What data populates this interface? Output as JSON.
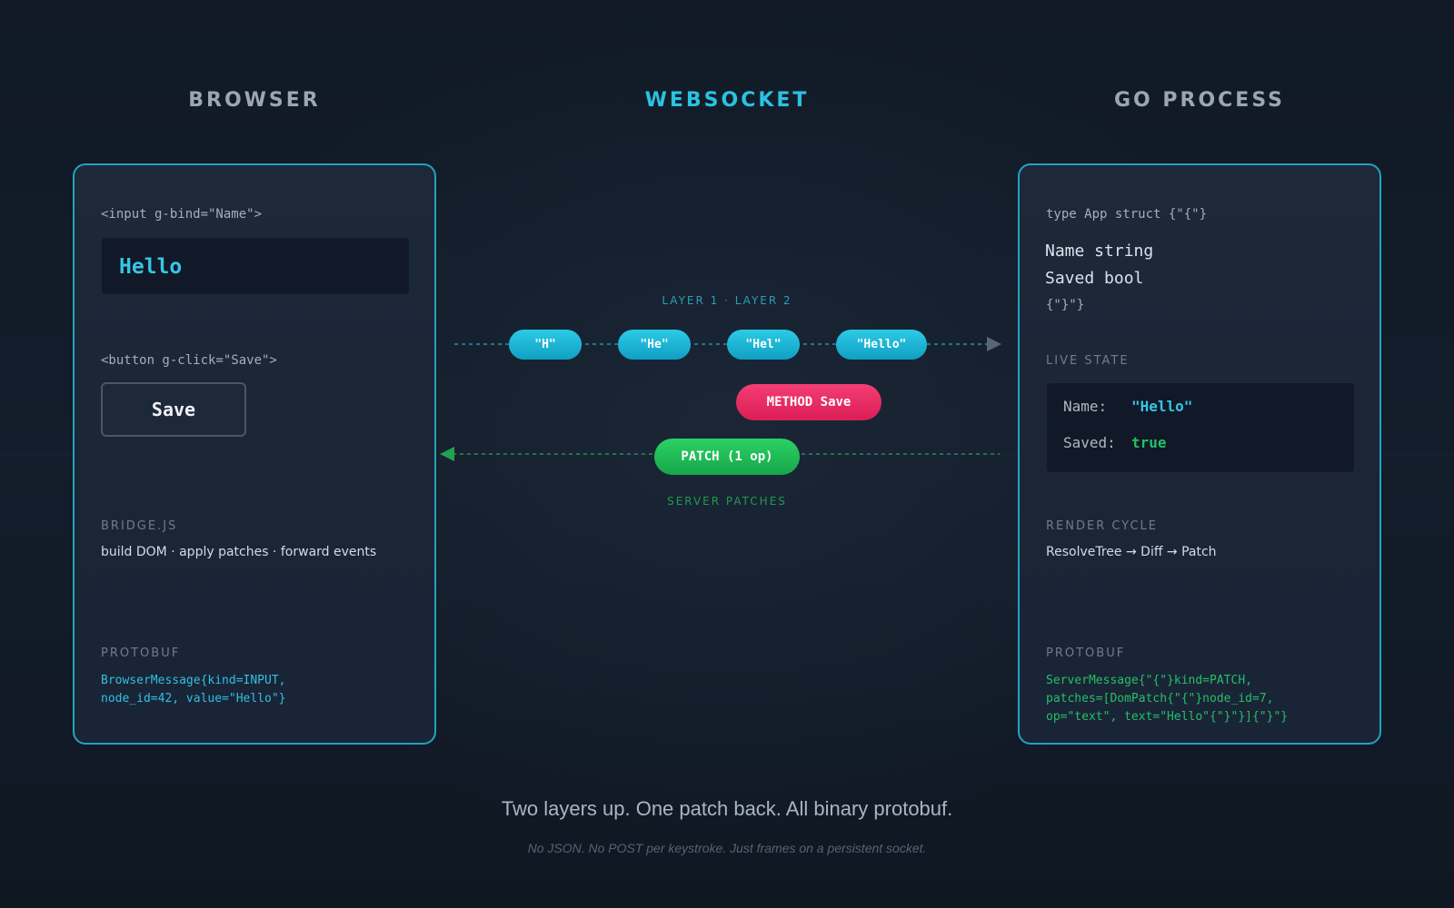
{
  "columns": {
    "browser": "BROWSER",
    "websocket": "WEBSOCKET",
    "go_process": "GO PROCESS"
  },
  "browser_panel": {
    "input_tag": "<input g-bind=\"Name\">",
    "input_value": "Hello",
    "button_tag": "<button g-click=\"Save\">",
    "button_label": "Save",
    "bridge_label": "BRIDGE.JS",
    "bridge_text": "build DOM · apply patches · forward events",
    "protobuf_label": "PROTOBUF",
    "protobuf_code": "BrowserMessage{kind=INPUT,\nnode_id=42, value=\"Hello\"}"
  },
  "go_panel": {
    "struct_header": "type App struct {\"{\"}",
    "struct_fields": [
      "Name string",
      "Saved bool"
    ],
    "struct_close": "{\"}\"}",
    "live_state_label": "LIVE STATE",
    "live_state": [
      {
        "key": "Name:",
        "value": "\"Hello\""
      },
      {
        "key": "Saved:",
        "value": "true"
      }
    ],
    "render_label": "RENDER CYCLE",
    "render_text": "ResolveTree → Diff → Patch",
    "protobuf_label": "PROTOBUF",
    "protobuf_code": "ServerMessage{\"{\"}kind=PATCH,\npatches=[DomPatch{\"{\"}node_id=7,\nop=\"text\", text=\"Hello\"{\"}\"}]{\"}\"}"
  },
  "websocket": {
    "upstream_label": "LAYER 1 · LAYER 2",
    "keystrokes": [
      "\"H\"",
      "\"He\"",
      "\"Hel\"",
      "\"Hello\""
    ],
    "method_label": "METHOD Save",
    "patch_label": "PATCH (1 op)",
    "downstream_label": "SERVER PATCHES"
  },
  "footer": {
    "headline": "Two layers up. One patch back. All binary protobuf.",
    "subline": "No JSON. No POST per keystroke. Just frames on a persistent socket."
  },
  "colors": {
    "accent_cyan": "#29c3e1",
    "method_pink": "#e8285f",
    "patch_green": "#22c05e",
    "panel_border": "#23a2bd"
  }
}
